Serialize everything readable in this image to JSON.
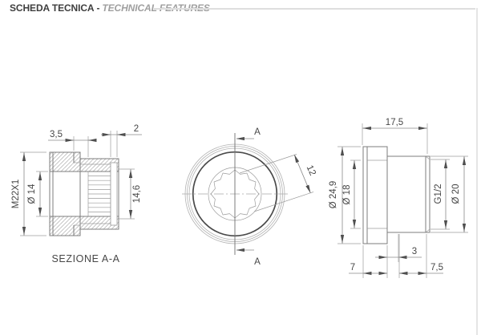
{
  "header": {
    "title": "SCHEDA TECNICA",
    "separator": "-",
    "subtitle": "TECHNICAL FEATURES"
  },
  "section_view": {
    "caption": "SEZIONE A-A",
    "dim_step": "3,5",
    "dim_relief": "2",
    "dim_thread": "M22X1",
    "dim_bore": "Ø 14",
    "dim_spline": "14,6"
  },
  "front_view": {
    "cut_top": "A",
    "cut_bottom": "A",
    "dim_spline": "12"
  },
  "side_view": {
    "dim_length": "17,5",
    "dim_flange_od": "Ø 24,9",
    "dim_bore": "Ø 18",
    "dim_thread": "G1/2",
    "dim_od": "Ø 20",
    "dim_groove": "3",
    "dim_flange_len": "7",
    "dim_thread_len": "7,5"
  },
  "colors": {
    "outline": "#7d7d7d",
    "bold_line": "#4a4a4a",
    "dim_line": "#8a8a8a",
    "hatch": "#9c9c9c",
    "text": "#474747",
    "header_text": "#3e3e3e",
    "header_sub": "#9f9f9f",
    "rule": "#dedede",
    "page_border": "#e5e5e5"
  }
}
